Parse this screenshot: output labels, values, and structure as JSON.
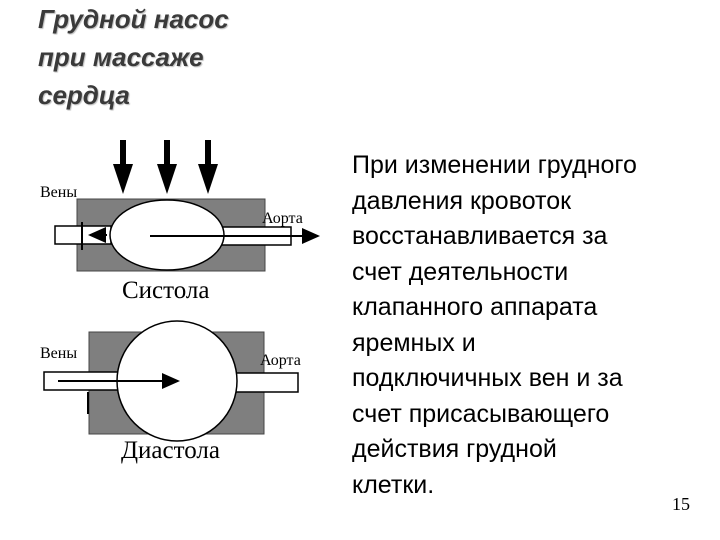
{
  "title": {
    "lines": [
      "Грудной насос",
      "при массаже",
      "сердца"
    ]
  },
  "diagram": {
    "systole": {
      "veins_label": "Вены",
      "aorta_label": "Аорта",
      "caption": "Систола"
    },
    "diastole": {
      "veins_label": "Вены",
      "aorta_label": "Аорта",
      "caption": "Диастола"
    }
  },
  "body_text": {
    "lines": [
      "При изменении грудного",
      "давления кровоток",
      "восстанавливается за",
      "счет деятельности",
      "клапанного аппарата",
      "яремных и",
      "подключичных вен и за",
      "счет присасывающего",
      "действия грудной",
      "клетки."
    ]
  },
  "page_number": "15"
}
